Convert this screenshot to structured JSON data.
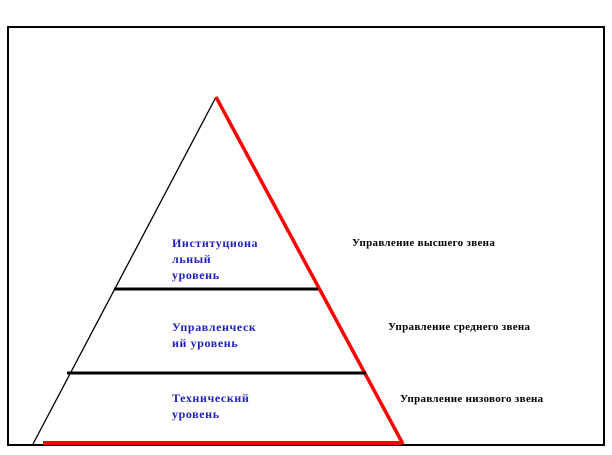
{
  "diagram": {
    "levels": [
      {
        "label_lines": [
          "Институциона",
          "льный",
          "уровень"
        ],
        "management": "Управление высшего звена"
      },
      {
        "label_lines": [
          "Управленческ",
          "ий уровень"
        ],
        "management": "Управление среднего звена"
      },
      {
        "label_lines": [
          "Технический",
          "уровень"
        ],
        "management": "Управление низового звена"
      }
    ]
  },
  "colors": {
    "label_text": "#1f1fbf",
    "management_text": "#000000",
    "outline": "#000000",
    "highlight": "#ff0000"
  }
}
